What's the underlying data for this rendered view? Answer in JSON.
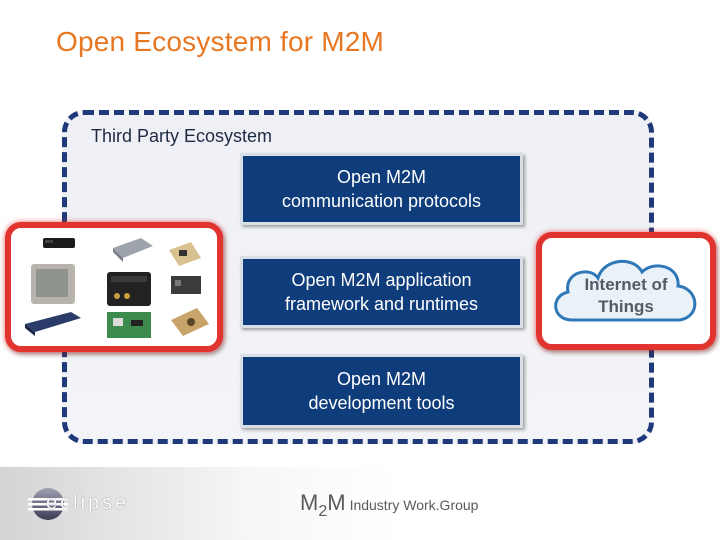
{
  "slide": {
    "title": "Open Ecosystem for M2M"
  },
  "ecosystem": {
    "label": "Third Party Ecosystem",
    "boxes": [
      {
        "text": "Open M2M communication protocols"
      },
      {
        "text": "Open M2M application framework and runtimes"
      },
      {
        "text": "Open M2M development tools"
      }
    ]
  },
  "devices_panel": {
    "devices": [
      "set-top-box-icon",
      "modem-icon",
      "circuit-module-icon",
      "touch-panel-icon",
      "industrial-gateway-icon",
      "embedded-board-icon",
      "router-icon",
      "green-pcb-icon",
      "sensor-board-icon"
    ]
  },
  "iot": {
    "label_line1": "Internet of",
    "label_line2": "Things",
    "icon": "cloud-icon"
  },
  "footer": {
    "eclipse_text": "eclipse",
    "m2m_m1": "M",
    "m2m_sub": "2",
    "m2m_m2": "M",
    "group_text": "Industry Work.Group"
  },
  "colors": {
    "title": "#e87722",
    "box_blue": "#0f3c7a",
    "dashed_border": "#1f3a7a",
    "panel_red": "#e2342f"
  }
}
